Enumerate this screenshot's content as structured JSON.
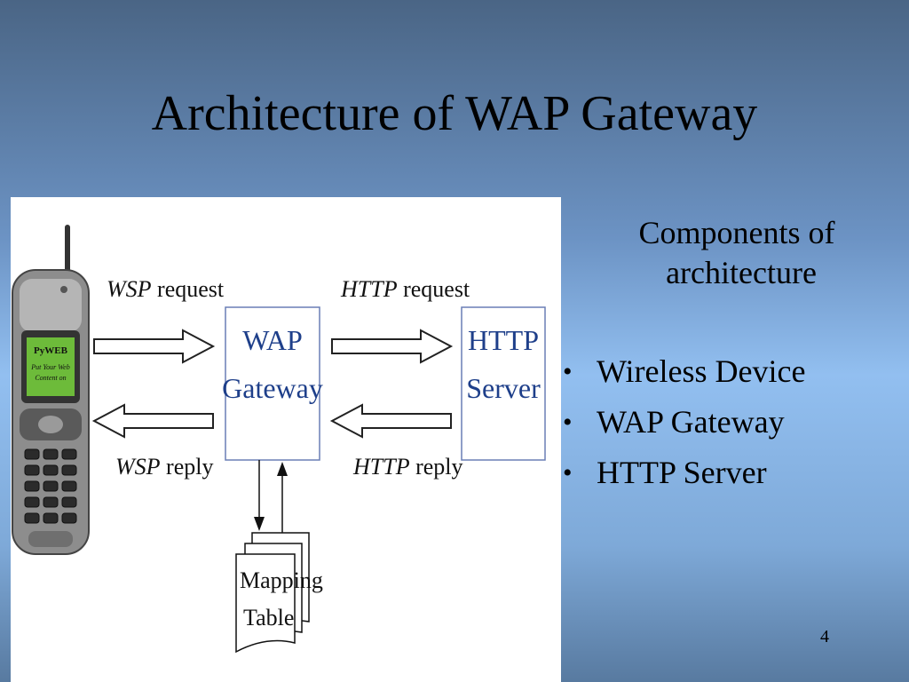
{
  "slide": {
    "title": "Architecture of WAP Gateway",
    "number": "4"
  },
  "diagram": {
    "wsp_request": [
      "WSP",
      " request"
    ],
    "wsp_reply": [
      "WSP",
      " reply"
    ],
    "http_request": [
      "HTTP",
      " request"
    ],
    "http_reply": [
      "HTTP",
      " reply"
    ],
    "gateway_box": [
      "WAP",
      "Gateway"
    ],
    "server_box": [
      "HTTP",
      "Server"
    ],
    "mapping_table": [
      "Mapping",
      "Table"
    ],
    "phone_screen": [
      "PyWEB",
      "Put Your Web",
      "Content on"
    ]
  },
  "components": {
    "heading_line1": "Components of",
    "heading_line2": "architecture",
    "items": [
      "Wireless Device",
      "WAP Gateway",
      "HTTP Server"
    ]
  },
  "colors": {
    "box_text": "#1e3f8a",
    "box_border": "#6a7fb5",
    "phone_body": "#8a8a8a",
    "phone_screen": "#6dbb3a"
  }
}
